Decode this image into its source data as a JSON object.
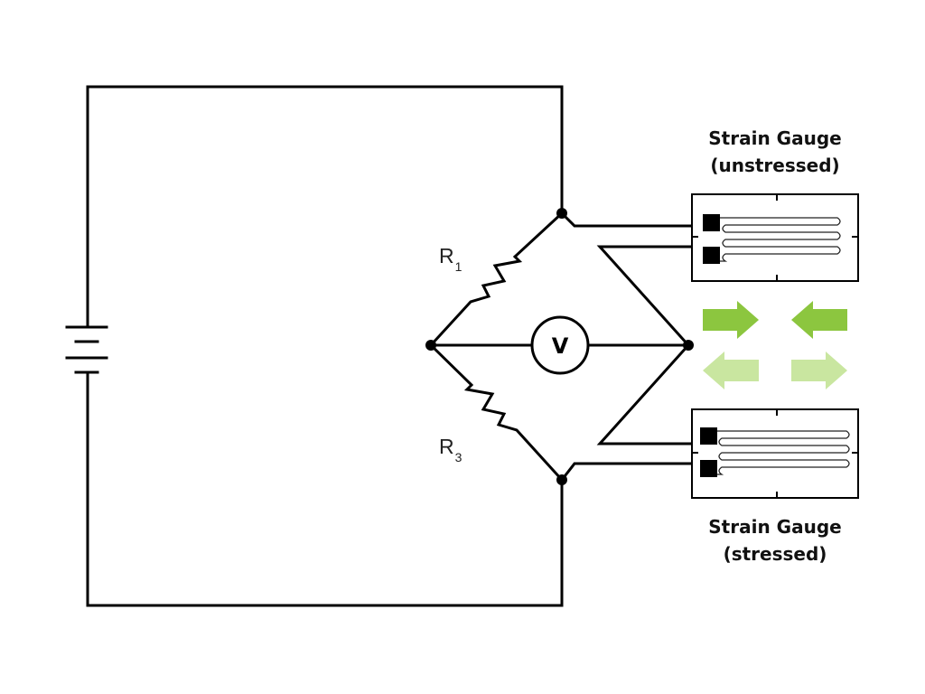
{
  "resistors": {
    "r1": {
      "letter": "R",
      "sub": "1"
    },
    "r3": {
      "letter": "R",
      "sub": "3"
    }
  },
  "voltmeter": {
    "symbol": "V"
  },
  "gauge_top": {
    "title_line1": "Strain Gauge",
    "title_line2": "(unstressed)"
  },
  "gauge_bottom": {
    "title_line1": "Strain Gauge",
    "title_line2": "(stressed)"
  },
  "colors": {
    "arrow_dark": "#8cc63f",
    "arrow_light": "#c9e6a0",
    "wire": "#000000"
  }
}
